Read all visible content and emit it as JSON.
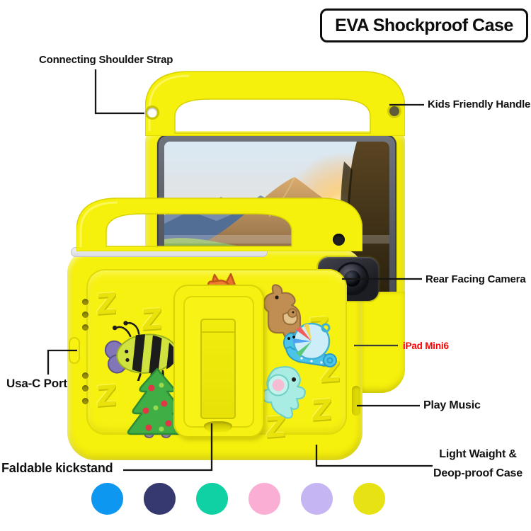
{
  "title": "EVA Shockproof Case",
  "annotations": {
    "shoulder_strap": "Connecting Shoulder Strap",
    "handle": "Kids Friendly Handle",
    "camera": "Rear Facing Camera",
    "model": "iPad Mini6",
    "play_music": "Play Music",
    "lightweight_line1": "Light Waight &",
    "lightweight_line2": "Deop-proof Case",
    "port": "Usa-C Port",
    "kickstand": "Faldable kickstand"
  },
  "product": {
    "case_color": "#f6f00d",
    "model_label_color": "#fe0000",
    "charms": [
      "fox",
      "bee",
      "christmas-tree",
      "kangaroo",
      "snail",
      "elephant"
    ],
    "screen_image": "mountain sunset landscape wallpaper"
  },
  "decor": {
    "z": "Z"
  },
  "swatches": [
    {
      "name": "blue",
      "color": "#0d97f0"
    },
    {
      "name": "navy",
      "color": "#36396f"
    },
    {
      "name": "teal",
      "color": "#10d1a3"
    },
    {
      "name": "pink",
      "color": "#fbaed3"
    },
    {
      "name": "lavender",
      "color": "#c5b5f3"
    },
    {
      "name": "yellow",
      "color": "#e6e214"
    }
  ]
}
